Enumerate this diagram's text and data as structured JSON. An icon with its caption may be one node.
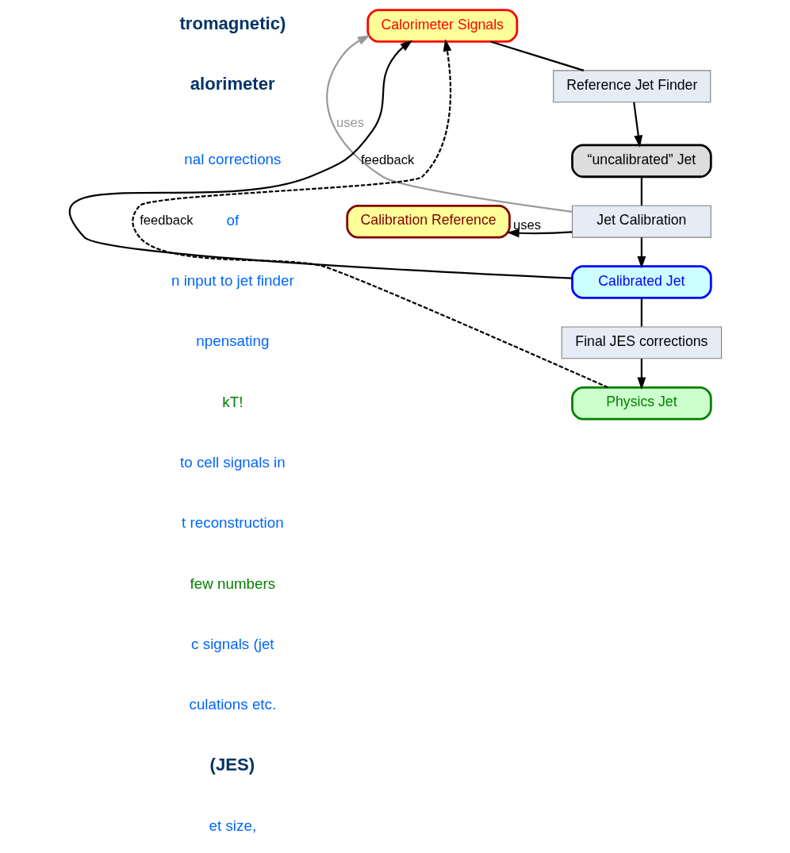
{
  "diagram": {
    "nodes": [
      {
        "text": [
          "Calorimeter Signals"
        ]
      },
      {
        "text": [
          "Reference Jet Finder"
        ]
      },
      {
        "text": [
          "“uncalibrated” Jet"
        ]
      },
      {
        "text": [
          "Jet Calibration"
        ]
      },
      {
        "text": [
          "Calibration Reference"
        ]
      },
      {
        "text": [
          "Calibrated Jet"
        ]
      },
      {
        "text": [
          "Final JES corrections"
        ]
      },
      {
        "text": [
          "Physics Jet"
        ]
      }
    ],
    "edges": [
      {
        "from": 0,
        "to": 1,
        "arrow": "none"
      },
      {
        "from": 1,
        "to": 2,
        "arrow": "to"
      },
      {
        "from": 2,
        "to": 3,
        "arrow": "none"
      },
      {
        "from": 3,
        "to": 4,
        "arrow": "to",
        "label": "uses"
      },
      {
        "from": 3,
        "to": 5,
        "arrow": "to"
      },
      {
        "from": 3,
        "to": 0,
        "arrow": "to",
        "label": "uses",
        "color": "#999999"
      },
      {
        "from": 5,
        "to": 0,
        "arrow": "to",
        "label": "feedback"
      },
      {
        "from": 5,
        "to": 6,
        "arrow": "none"
      },
      {
        "from": 6,
        "to": 7,
        "arrow": "to"
      },
      {
        "from": 7,
        "to": 0,
        "arrow": "to",
        "label": "feedback",
        "style": "dashed"
      }
    ],
    "labels": [
      "tromagnetic)",
      "alorimeter",
      "nal corrections",
      "of",
      "n input to jet finder",
      "npensating",
      "kT!",
      "to cell signals in",
      "t reconstruction",
      "few numbers",
      "c signals (jet",
      "culations etc.",
      "(JES)",
      "et size,"
    ]
  }
}
